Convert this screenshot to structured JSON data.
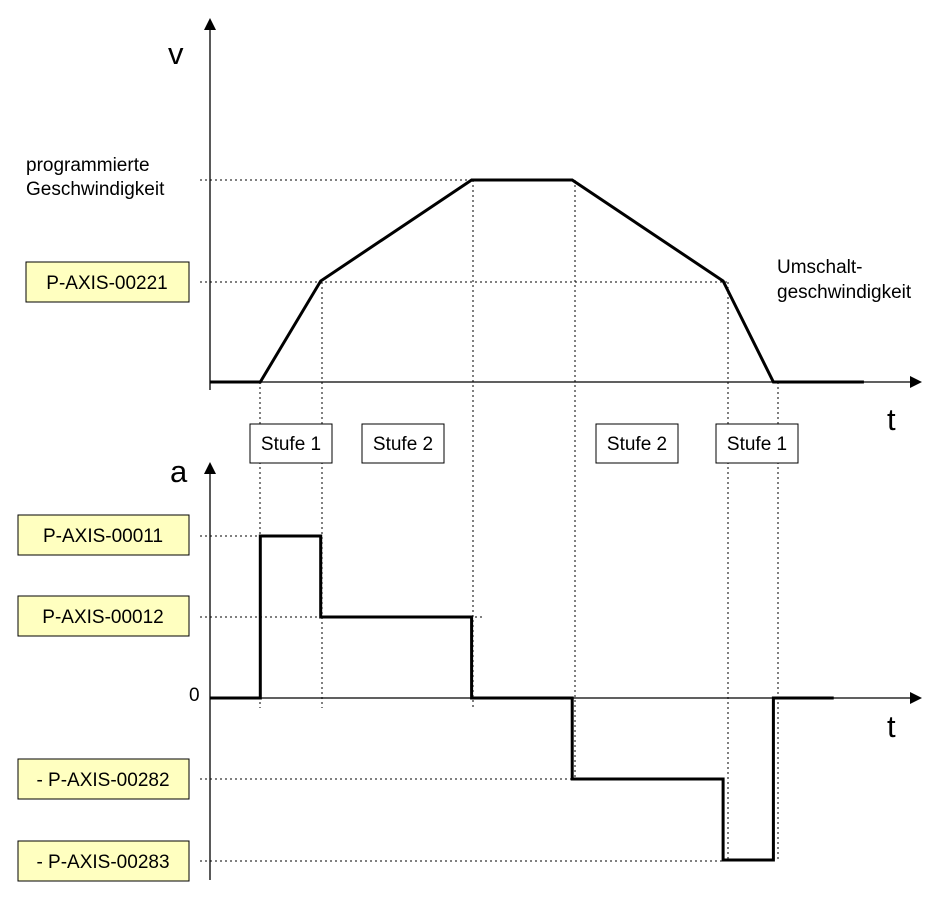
{
  "upper_chart": {
    "y_axis_label": "v",
    "x_axis_label": "t",
    "labels": {
      "programmed_speed_line1": "programmierte",
      "programmed_speed_line2": "Geschwindigkeit",
      "switch_speed_line1": "Umschalt-",
      "switch_speed_line2": "geschwindigkeit",
      "switch_speed_param": "P-AXIS-00221"
    },
    "levels": {
      "zero": 0,
      "switch": 0.5,
      "programmed": 1.0
    },
    "profile": [
      {
        "t": 0.0,
        "v": 0
      },
      {
        "t": 0.25,
        "v": 0
      },
      {
        "t": 0.55,
        "v": 0.5
      },
      {
        "t": 1.3,
        "v": 1.0
      },
      {
        "t": 1.8,
        "v": 1.0
      },
      {
        "t": 2.55,
        "v": 0.5
      },
      {
        "t": 2.8,
        "v": 0
      },
      {
        "t": 3.25,
        "v": 0
      }
    ]
  },
  "stages": [
    {
      "label": "Stufe 1"
    },
    {
      "label": "Stufe 2"
    },
    {
      "label": "Stufe 2"
    },
    {
      "label": "Stufe 1"
    }
  ],
  "lower_chart": {
    "y_axis_label": "a",
    "x_axis_label": "t",
    "zero_label": "0",
    "params": {
      "accel_1": "P-AXIS-00011",
      "accel_2": "P-AXIS-00012",
      "decel_2": "- P-AXIS-00282",
      "decel_1": "- P-AXIS-00283"
    },
    "levels": {
      "accel_1": 2,
      "accel_2": 1,
      "zero": 0,
      "decel_2": -1,
      "decel_1": -2
    },
    "profile": [
      {
        "t": 0.0,
        "a": 0
      },
      {
        "t": 0.25,
        "a": 0
      },
      {
        "t": 0.25,
        "a": 2
      },
      {
        "t": 0.55,
        "a": 2
      },
      {
        "t": 0.55,
        "a": 1
      },
      {
        "t": 1.3,
        "a": 1
      },
      {
        "t": 1.3,
        "a": 0
      },
      {
        "t": 1.8,
        "a": 0
      },
      {
        "t": 1.8,
        "a": -1
      },
      {
        "t": 2.55,
        "a": -1
      },
      {
        "t": 2.55,
        "a": -2
      },
      {
        "t": 2.8,
        "a": -2
      },
      {
        "t": 2.8,
        "a": 0
      },
      {
        "t": 3.1,
        "a": 0
      }
    ]
  },
  "colors": {
    "param_box_fill": "#ffffc0",
    "line": "#000000",
    "guide": "#000000"
  }
}
